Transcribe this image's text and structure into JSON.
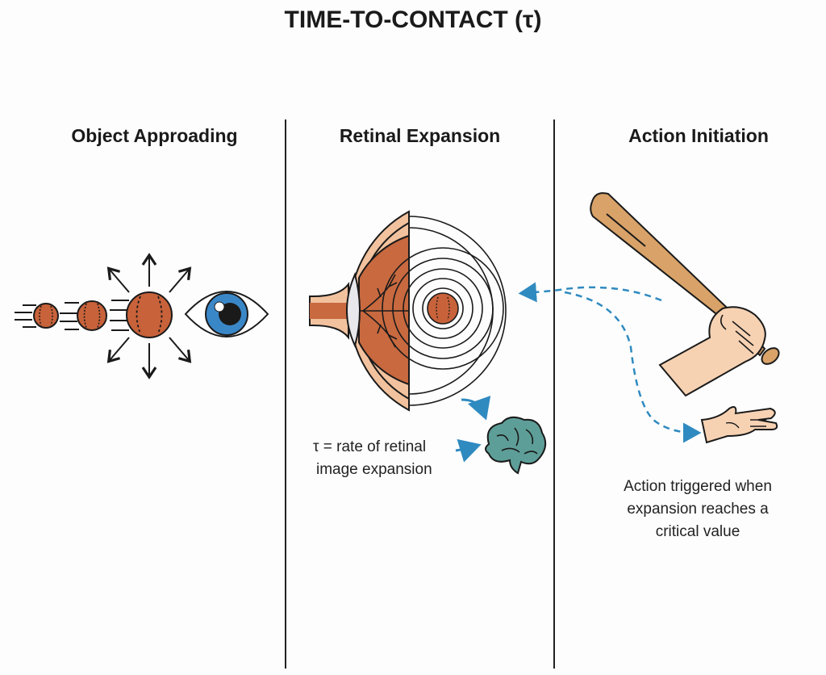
{
  "title": "TIME-TO-CONTACT (τ)",
  "panels": [
    {
      "heading": "Object Approading",
      "icons": [
        "baseball-small-icon",
        "baseball-medium-icon",
        "baseball-large-icon",
        "expansion-arrows-icon",
        "eye-icon"
      ]
    },
    {
      "heading": "Retinal Expansion",
      "icons": [
        "eye-cross-section-icon",
        "concentric-rings-icon",
        "baseball-retinal-image-icon",
        "brain-icon"
      ],
      "caption_line1": "τ = rate of retinal",
      "caption_line2": "image expansion"
    },
    {
      "heading": "Action Initiation",
      "icons": [
        "baseball-bat-icon",
        "gripping-hand-icon",
        "open-hand-icon"
      ],
      "caption_line1": "Action triggered when",
      "caption_line2": "expansion reaches a",
      "caption_line3": "critical value"
    }
  ],
  "colors": {
    "ball": "#c8623a",
    "iris": "#3a87c8",
    "skin": "#f6d2b3",
    "eye_tissue": "#f2c29e",
    "retina": "#c8693f",
    "bat": "#d8a268",
    "brain": "#5e9e98",
    "arrow": "#2f8ac0"
  }
}
